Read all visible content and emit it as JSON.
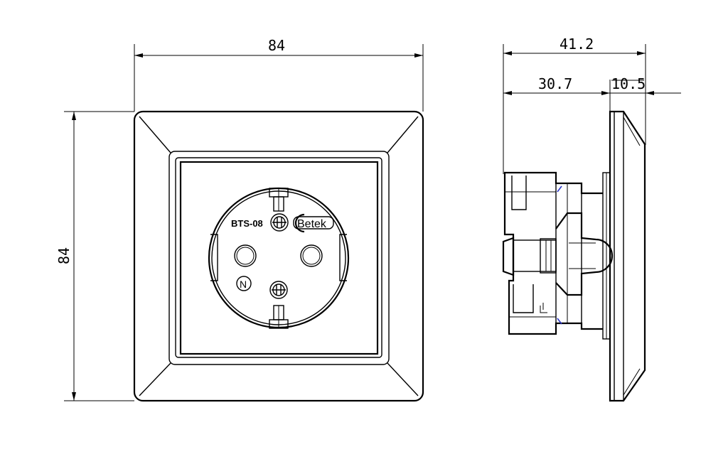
{
  "front_view": {
    "width_dimension": "84",
    "height_dimension": "84",
    "model_label": "BTS-08",
    "brand_label": "Betek",
    "neutral_symbol": "N"
  },
  "side_view": {
    "total_depth_dimension": "41.2",
    "body_depth_dimension": "30.7",
    "plate_depth_dimension": "10.5"
  },
  "colors": {
    "line": "#000000",
    "accent": "#2a36c8"
  }
}
